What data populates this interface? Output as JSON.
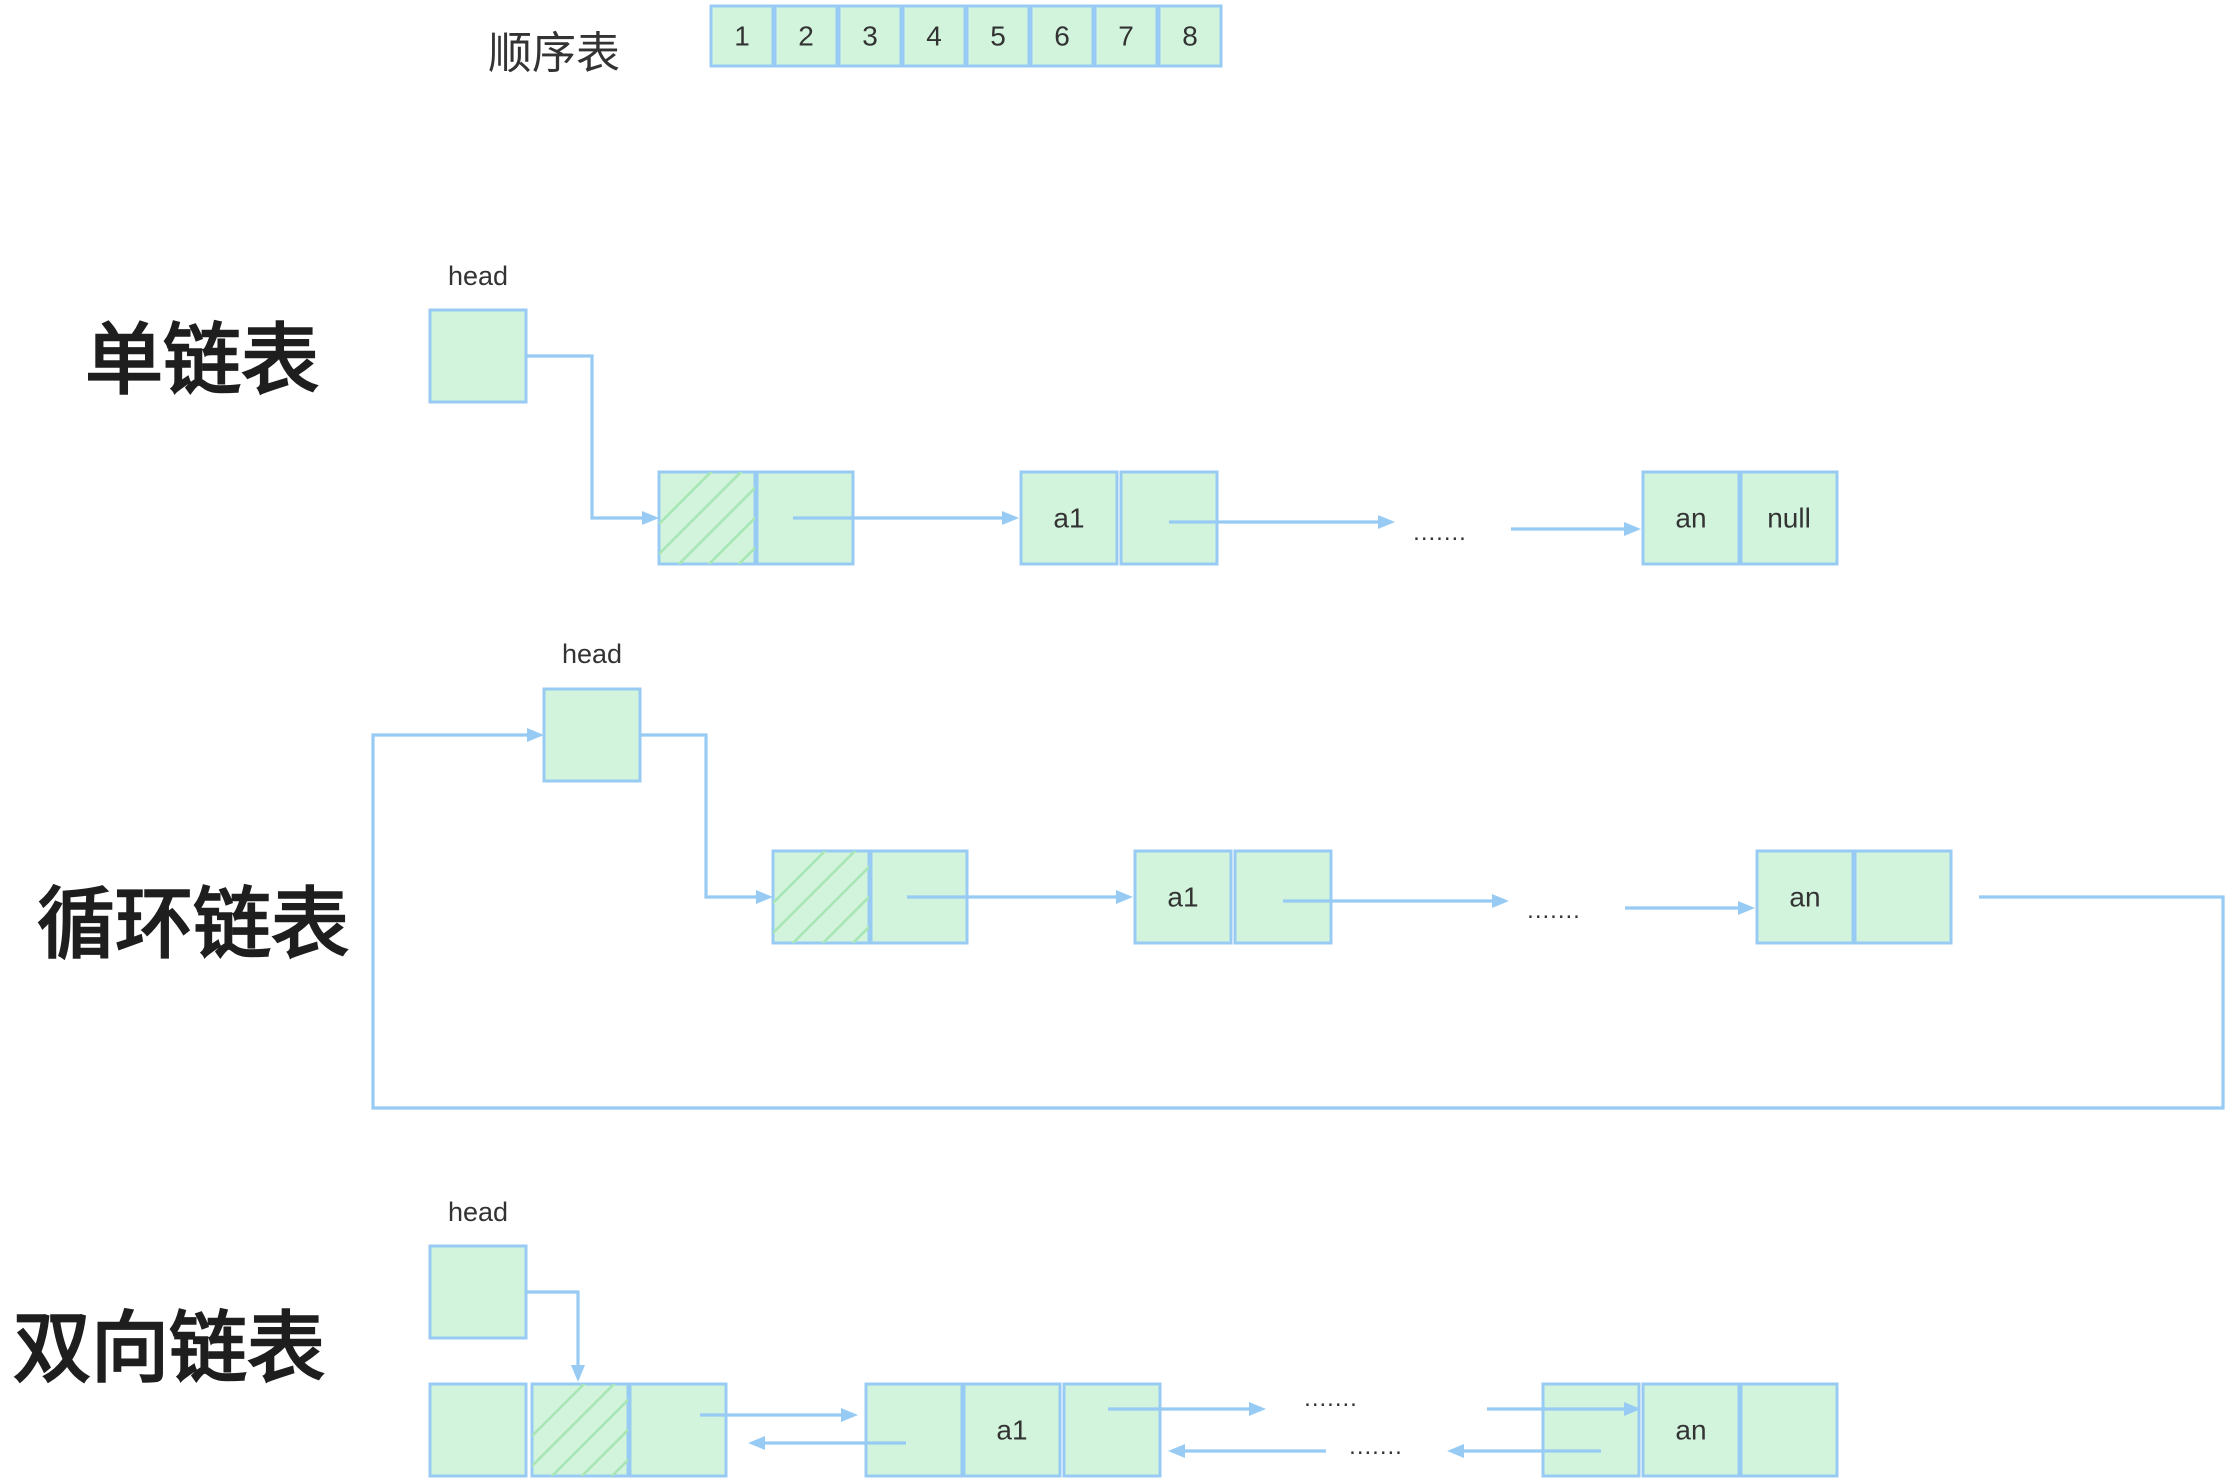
{
  "sequence_table": {
    "title": "顺序表",
    "cells": [
      "1",
      "2",
      "3",
      "4",
      "5",
      "6",
      "7",
      "8"
    ]
  },
  "singly_linked_list": {
    "title": "单链表",
    "head_label": "head",
    "first_label": "a1",
    "last_label": "an",
    "null_label": "null",
    "ellipsis": "......."
  },
  "circular_linked_list": {
    "title": "循环链表",
    "head_label": "head",
    "first_label": "a1",
    "last_label": "an",
    "ellipsis": "......."
  },
  "doubly_linked_list": {
    "title": "双向链表",
    "head_label": "head",
    "first_label": "a1",
    "last_label": "an",
    "ellipsis_forward": ".......",
    "ellipsis_backward": "......."
  },
  "colors": {
    "cell_fill": "#d2f4dc",
    "cell_stroke": "#98cbf4",
    "hatch": "#a8e6b6",
    "edge": "#98cbf4"
  }
}
